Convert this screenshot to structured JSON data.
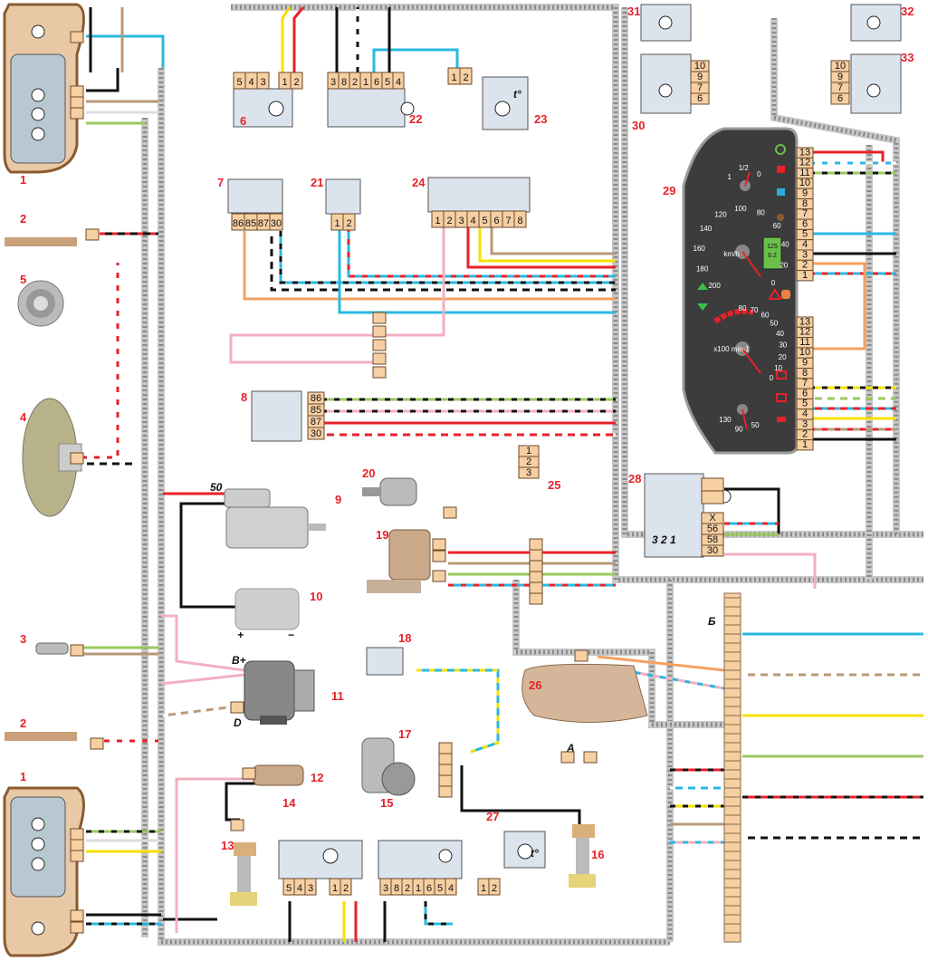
{
  "components": [
    {
      "id": "headlamp-left-upper",
      "number": "1"
    },
    {
      "id": "brake-pad-sensor-upper",
      "number": "2"
    },
    {
      "id": "horn",
      "number": "5"
    },
    {
      "id": "fan-motor",
      "number": "4"
    },
    {
      "id": "oil-pressure-sensor",
      "number": "3"
    },
    {
      "id": "brake-pad-sensor-lower",
      "number": "2"
    },
    {
      "id": "headlamp-left-lower",
      "number": "1"
    },
    {
      "id": "switch-6",
      "number": "6"
    },
    {
      "id": "switch-22",
      "number": "22"
    },
    {
      "id": "motor-23",
      "number": "23"
    },
    {
      "id": "relay-7",
      "number": "7"
    },
    {
      "id": "switch-21",
      "number": "21"
    },
    {
      "id": "module-24",
      "number": "24"
    },
    {
      "id": "relay-8",
      "number": "8"
    },
    {
      "id": "motor-20",
      "number": "20"
    },
    {
      "id": "connector-25",
      "number": "25"
    },
    {
      "id": "starter-9",
      "number": "9"
    },
    {
      "id": "pump-19",
      "number": "19"
    },
    {
      "id": "regulator-10",
      "number": "10"
    },
    {
      "id": "generator-11",
      "number": "11"
    },
    {
      "id": "sensor-18",
      "number": "18"
    },
    {
      "id": "reservoir-26",
      "number": "26"
    },
    {
      "id": "wiper-motor-17",
      "number": "17"
    },
    {
      "id": "washer-12",
      "number": "12"
    },
    {
      "id": "sensor-13",
      "number": "13"
    },
    {
      "id": "switch-14",
      "number": "14"
    },
    {
      "id": "switch-15",
      "number": "15"
    },
    {
      "id": "motor-27",
      "number": "27"
    },
    {
      "id": "temp-sensor-16",
      "number": "16"
    },
    {
      "id": "light-switch-28",
      "number": "28"
    },
    {
      "id": "instrument-cluster-29",
      "number": "29"
    },
    {
      "id": "switch-30",
      "number": "30"
    },
    {
      "id": "lamp-31",
      "number": "31"
    },
    {
      "id": "lamp-32",
      "number": "32"
    },
    {
      "id": "switch-33",
      "number": "33"
    }
  ],
  "pins": {
    "c6": [
      "5",
      "4",
      "3",
      "1",
      "2"
    ],
    "c22": [
      "3",
      "8",
      "2",
      "1",
      "6",
      "5",
      "4"
    ],
    "c23": [
      "1",
      "2"
    ],
    "c7": [
      "86",
      "85",
      "87",
      "30"
    ],
    "c21": [
      "1",
      "2"
    ],
    "c24": [
      "1",
      "2",
      "3",
      "4",
      "5",
      "6",
      "7",
      "8"
    ],
    "c8": [
      "86",
      "85",
      "87",
      "30"
    ],
    "c25": [
      "1",
      "2",
      "3"
    ],
    "c28": [
      "X",
      "56",
      "58",
      "30"
    ],
    "c28_positions": "3 2 1",
    "c30": [
      "10",
      "9",
      "7",
      "6"
    ],
    "c33": [
      "10",
      "9",
      "7",
      "6"
    ],
    "c14": [
      "5",
      "4",
      "3",
      "1",
      "2"
    ],
    "c15": [
      "3",
      "8",
      "2",
      "1",
      "6",
      "5",
      "4"
    ],
    "c27": [
      "1",
      "2"
    ],
    "cluster_upper": [
      "13",
      "12",
      "11",
      "10",
      "9",
      "8",
      "7",
      "6",
      "5",
      "4",
      "3",
      "2",
      "1"
    ],
    "cluster_lower": [
      "13",
      "12",
      "11",
      "10",
      "9",
      "8",
      "7",
      "6",
      "5",
      "4",
      "3",
      "2",
      "1"
    ]
  },
  "labels": {
    "starter_terminal": "50",
    "regulator_plus": "+",
    "regulator_minus": "−",
    "generator_b": "B+",
    "generator_d": "D",
    "block_b": "Б",
    "block_a": "A",
    "temp_symbol": "t°"
  },
  "cluster": {
    "fuel_ticks": [
      "1",
      "1/2",
      "0"
    ],
    "speed_ticks": [
      "0",
      "20",
      "40",
      "60",
      "80",
      "100",
      "120",
      "140",
      "160",
      "180",
      "200"
    ],
    "speed_unit": "km/h",
    "tach_ticks": [
      "0",
      "10",
      "20",
      "30",
      "40",
      "50",
      "60",
      "70",
      "80"
    ],
    "tach_unit": "x100 min-1",
    "temp_ticks": [
      "130",
      "90",
      "50"
    ],
    "odometer": "125",
    "trip": "6.2"
  },
  "colors": {
    "component_number": "#e8202a",
    "connector": "#f6cfa3",
    "box": "#dbe3ec",
    "cluster": "#3c3c3c",
    "harness": "#c8c8c8"
  }
}
